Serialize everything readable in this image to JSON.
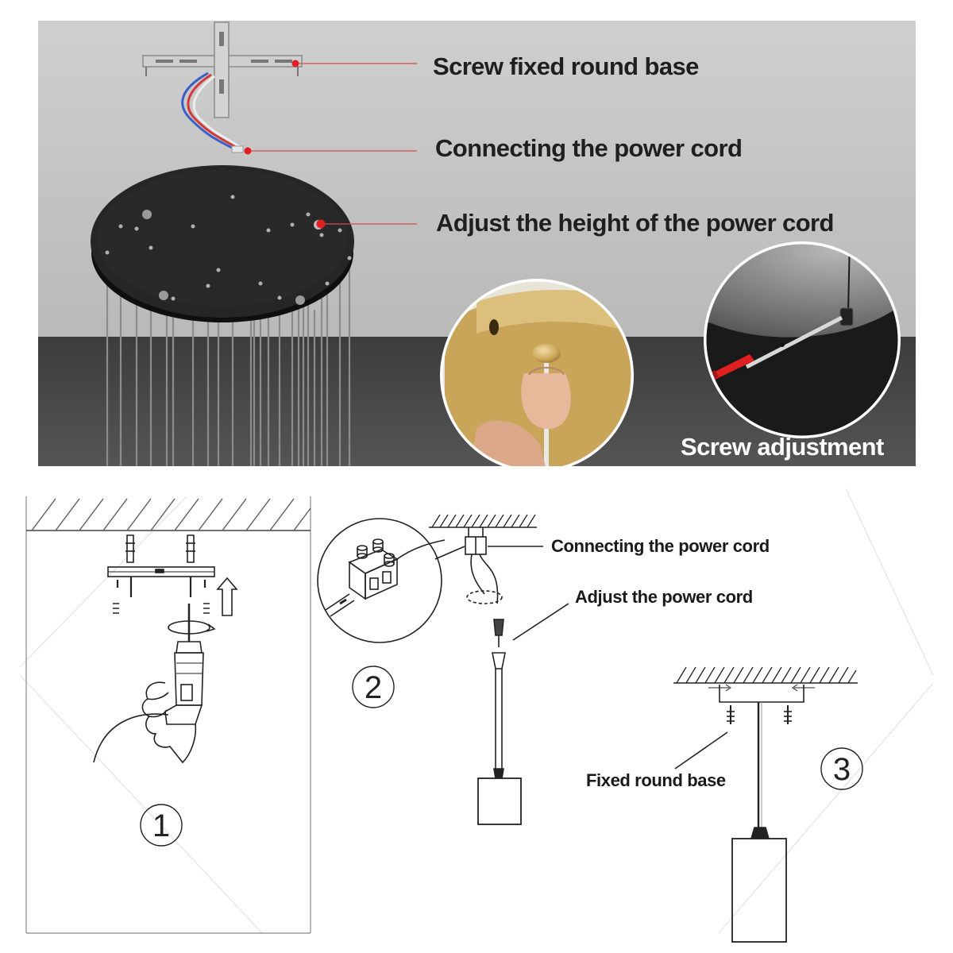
{
  "photo_panel": {
    "labels": {
      "screw_base": "Screw fixed round base",
      "connect_cord": "Connecting the power cord",
      "adjust_height": "Adjust the height of the power cord",
      "screw_adjust": "Screw adjustment"
    },
    "colors": {
      "wall": "#c4c4c4",
      "floor": "#4a4a4a",
      "canopy": "#1e1e1e",
      "leader_dot": "#e02020",
      "brass": "#c9a55a"
    }
  },
  "diagram_panel": {
    "steps": [
      {
        "number": "1"
      },
      {
        "number": "2",
        "labels": {
          "connect": "Connecting the power cord",
          "adjust": "Adjust the power cord"
        }
      },
      {
        "number": "3",
        "labels": {
          "base": "Fixed round base"
        }
      }
    ]
  }
}
